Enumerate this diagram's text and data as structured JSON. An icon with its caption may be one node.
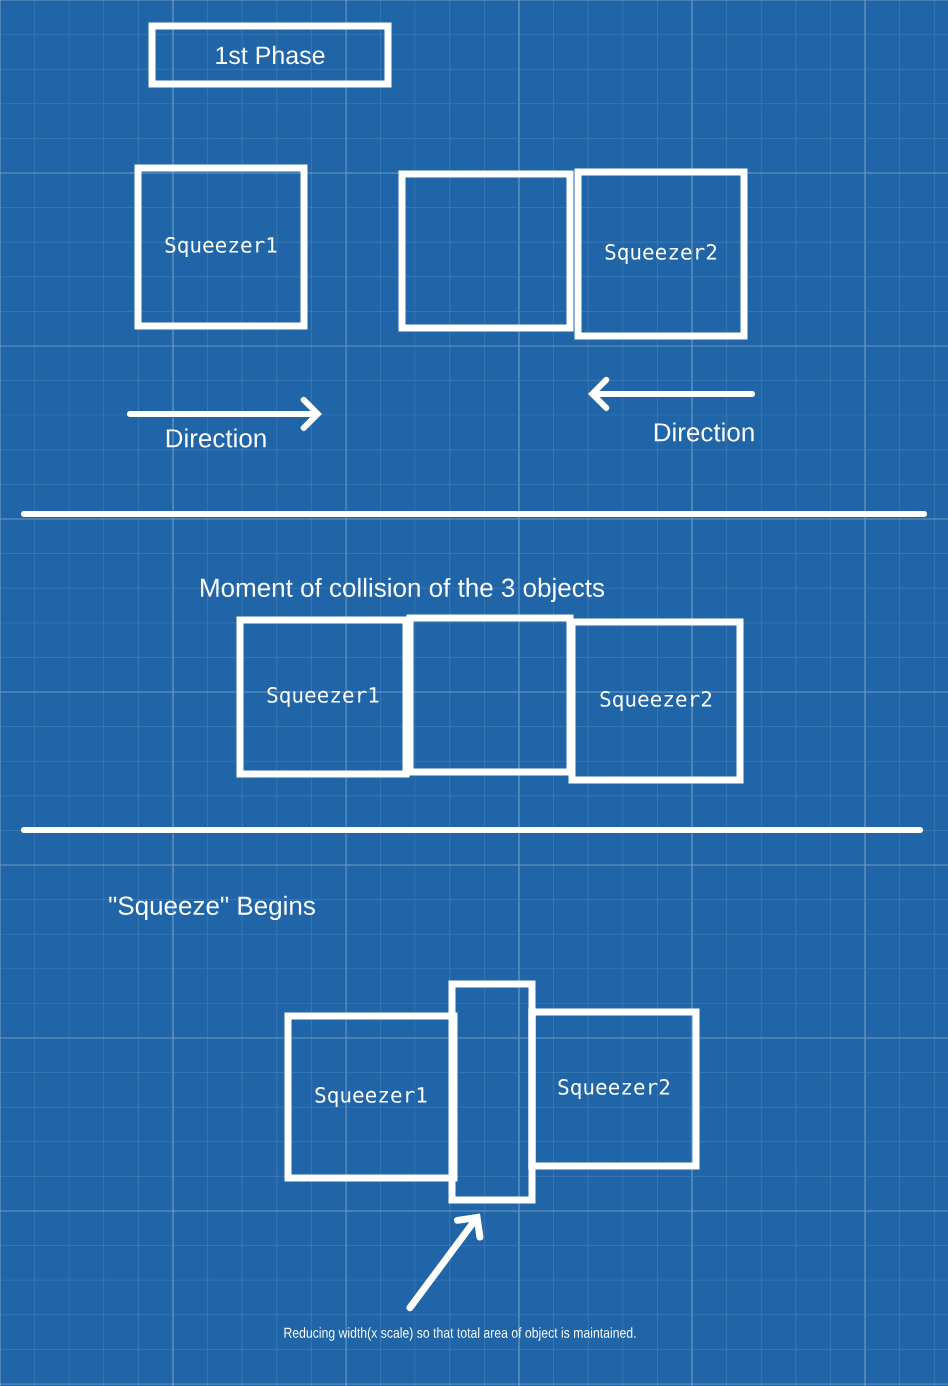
{
  "diagram": {
    "nodes": [
      {
        "text": [
          "1st Phase"
        ]
      },
      {
        "text": [
          "Squeezer1"
        ]
      },
      {
        "text": [],
        "shape": "box"
      },
      {
        "text": [
          "Squeezer2"
        ]
      },
      {
        "text": [
          "Squeezer1"
        ]
      },
      {
        "text": [],
        "shape": "box"
      },
      {
        "text": [
          "Squeezer2"
        ]
      },
      {
        "text": [
          "Squeezer1"
        ]
      },
      {
        "text": [],
        "shape": "box"
      },
      {
        "text": [
          "Squeezer2"
        ]
      },
      {
        "text": [
          "Reducing width(x scale) so that total area of object is maintained."
        ]
      }
    ],
    "edges": [
      {
        "from": 10,
        "to": 8,
        "arrow": "to"
      }
    ],
    "labels": [
      "Direction",
      "Direction",
      "Moment of collision of the 3 objects",
      "\"Squeeze\" Begins"
    ]
  }
}
